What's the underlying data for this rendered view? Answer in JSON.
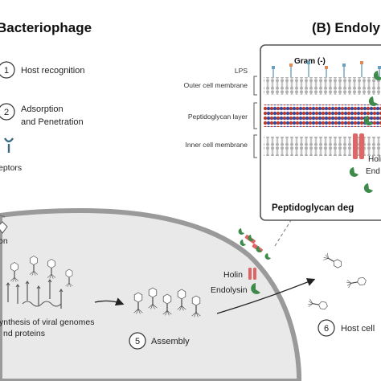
{
  "left_panel": {
    "title": "Bacteriophage",
    "steps": [
      {
        "number": "1",
        "label": "Host recognition"
      },
      {
        "number": "2",
        "label": "Adsorption",
        "label2": "and Penetration"
      },
      {
        "number": "5",
        "label": "Assembly"
      },
      {
        "number": "6",
        "label": "Host cell"
      }
    ],
    "receptors_label": "eptors",
    "partial_label": "on",
    "synthesis_line1": "ynthesis of viral genomes",
    "synthesis_line2": "nd proteins",
    "holin_label": "Holin",
    "endolysin_label": "Endolysin"
  },
  "right_panel": {
    "title": "(B) Endoly",
    "gram_label": "Gram (-)",
    "layers": [
      {
        "label": "LPS"
      },
      {
        "label": "Outer cell membrane"
      },
      {
        "label": "Peptidoglycan layer"
      },
      {
        "label": "Inner cell membrane"
      }
    ],
    "holin_label": "Holi",
    "endolysin_label": "End",
    "footer": "Peptidoglycan deg"
  },
  "colors": {
    "cell_fill": "#e9e9e9",
    "cell_border": "#9a9a9a",
    "holin": "#e06666",
    "endolysin": "#3d8a4a",
    "membrane_head": "#b0b0b0",
    "peptidoglycan_a": "#c0392b",
    "peptidoglycan_b": "#3b4a9a"
  }
}
